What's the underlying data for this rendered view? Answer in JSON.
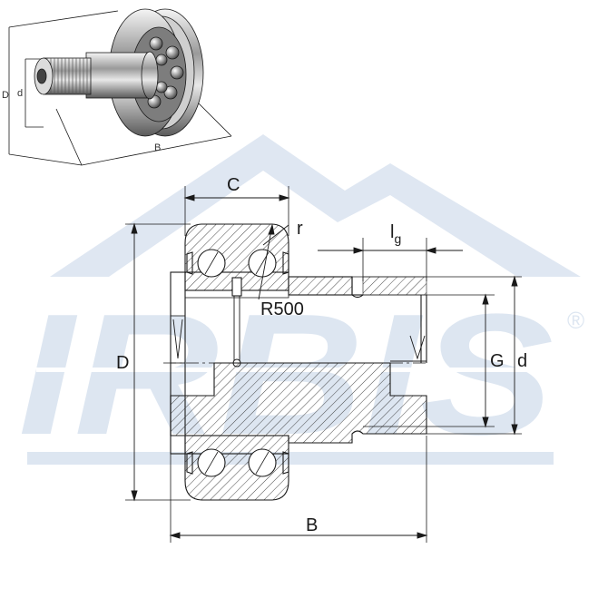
{
  "watermark": {
    "brand": "IRBIS",
    "registered_mark": "®",
    "color": "#dde6f1"
  },
  "isometric_labels": {
    "outer_diameter": "D",
    "stud_diameter": "d",
    "width": "B"
  },
  "section_labels": {
    "race_width": "C",
    "corner_radius": "r",
    "thread_length": "l",
    "thread_length_subscript": "g",
    "crown_radius": "R500",
    "outer_diameter": "D",
    "thread_size": "G",
    "stud_diameter": "d",
    "overall_width": "B"
  },
  "colors": {
    "line": "#1a1a1a",
    "hatch": "#333333",
    "watermark": "#dde6f1"
  }
}
